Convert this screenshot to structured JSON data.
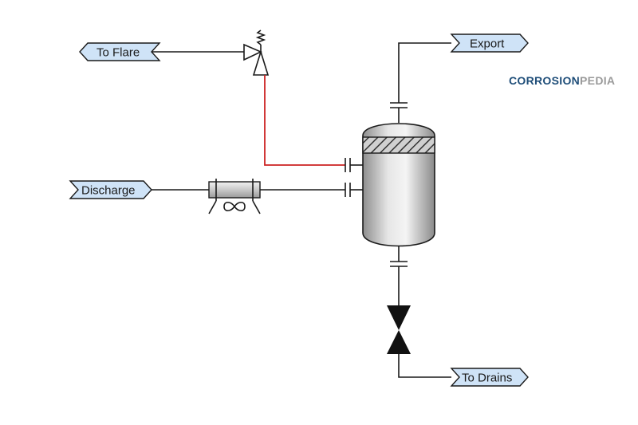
{
  "diagram": {
    "tags": {
      "to_flare": "To Flare",
      "export": "Export",
      "discharge": "Discharge",
      "to_drains": "To Drains"
    },
    "logo": {
      "part1": "CORROSION",
      "part2": "PEDIA",
      "part1_color": "#1f4e79",
      "part2_color": "#9a9a9a"
    },
    "colors": {
      "tag_fill": "#cfe3f7",
      "relief_line": "#cc2222",
      "line": "#1a1a1a"
    }
  }
}
